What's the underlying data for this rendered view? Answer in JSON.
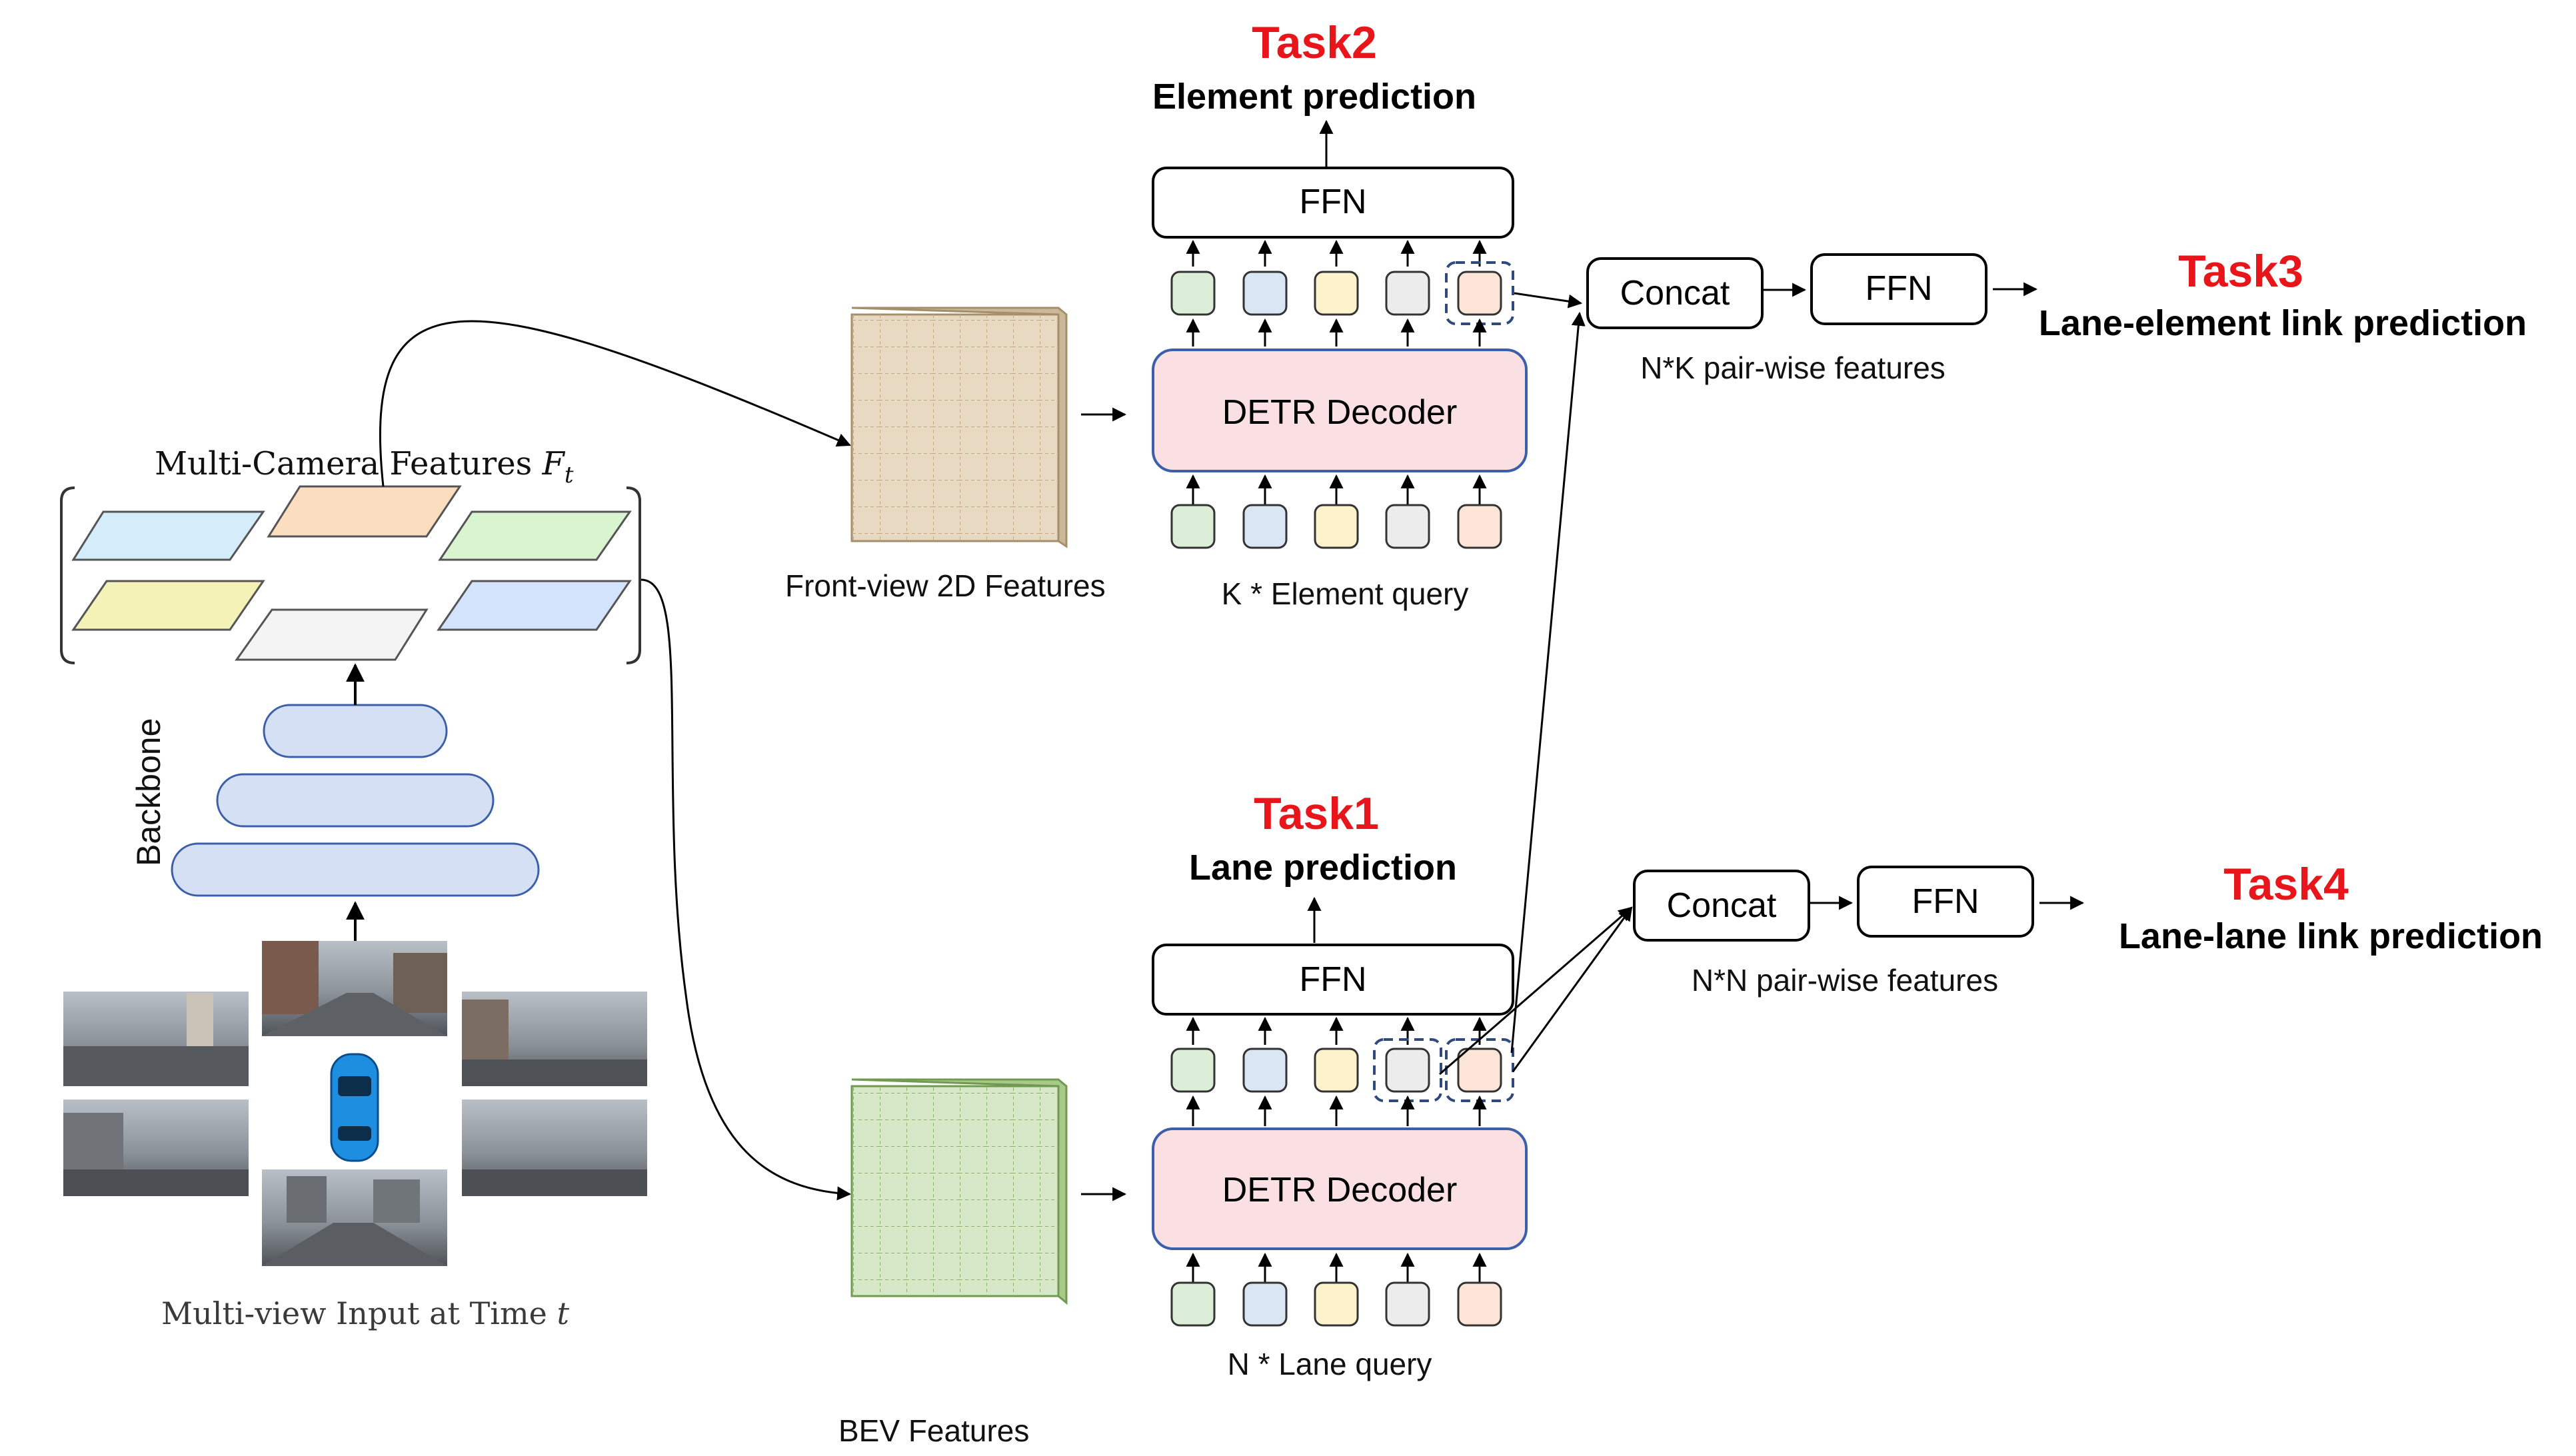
{
  "tasks": {
    "task1": {
      "title": "Task1",
      "subtitle": "Lane prediction"
    },
    "task2": {
      "title": "Task2",
      "subtitle": "Element prediction"
    },
    "task3": {
      "title": "Task3",
      "subtitle": "Lane-element link prediction"
    },
    "task4": {
      "title": "Task4",
      "subtitle": "Lane-lane link prediction"
    }
  },
  "labels": {
    "multi_camera_features": "Multi-Camera Features",
    "multi_camera_symbol": "F",
    "multi_camera_subscript": "t",
    "backbone": "Backbone",
    "multi_view_input": "Multi-view Input at Time",
    "time_symbol": "t",
    "front_view_features": "Front-view 2D Features",
    "bev_features": "BEV Features",
    "element_query": "K * Element query",
    "lane_query": "N * Lane query",
    "nk_pairwise": "N*K pair-wise features",
    "nn_pairwise": "N*N pair-wise features"
  },
  "blocks": {
    "ffn": "FFN",
    "detr_decoder": "DETR Decoder",
    "concat": "Concat"
  },
  "colors": {
    "task_red": "#e8161b",
    "decoder_fill": "#fbe0e3",
    "decoder_stroke": "#3b5fa8",
    "backbone_fill": "#d6e0f5",
    "front_view_fill": "#e8d9c2",
    "bev_fill": "#d6e8c8",
    "dashed_highlight": "#2f4a7a",
    "query_colors": [
      "#dcedd8",
      "#dbe6f5",
      "#fdf2cc",
      "#ececec",
      "#fce4d6"
    ],
    "camera_plane_colors": [
      "#d5ecfb",
      "#fbddc0",
      "#d9f5cf",
      "#f5f2b8",
      "#f4f4f4",
      "#d3e3fb"
    ]
  }
}
